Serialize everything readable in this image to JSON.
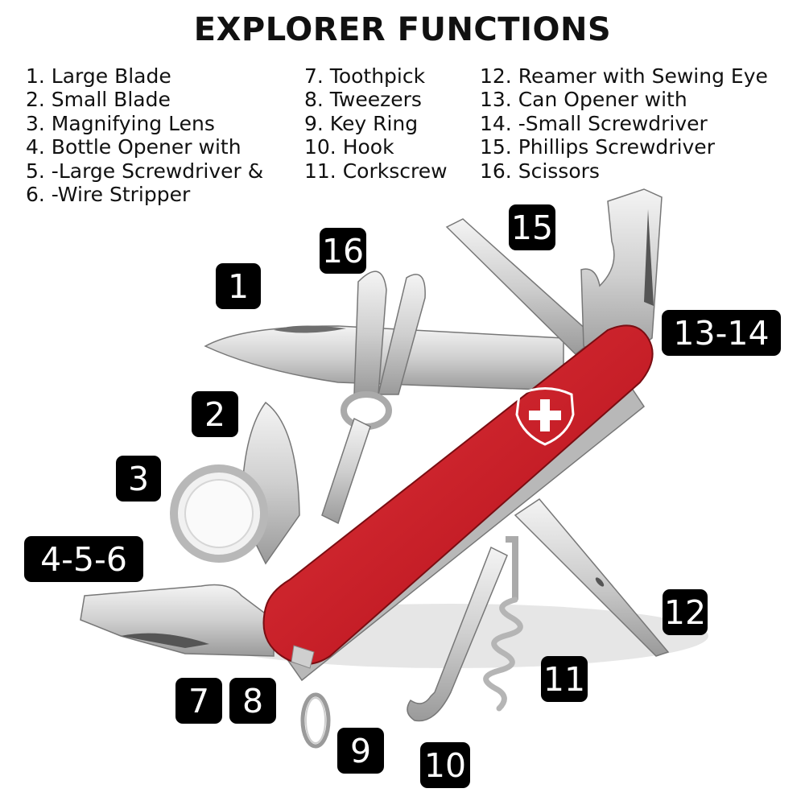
{
  "title": "EXPLORER FUNCTIONS",
  "legend": {
    "column1": [
      "1. Large Blade",
      "2. Small Blade",
      "3. Magnifying Lens",
      "4. Bottle Opener with",
      "5. -Large Screwdriver &",
      "6. -Wire Stripper"
    ],
    "column2": [
      "7. Toothpick",
      "8. Tweezers",
      "9. Key Ring",
      "10. Hook",
      "11. Corkscrew"
    ],
    "column3": [
      "12. Reamer with Sewing Eye",
      "13. Can Opener with",
      "14. -Small Screwdriver",
      "15. Phillips Screwdriver",
      "16. Scissors"
    ]
  },
  "callouts": {
    "c1": "1",
    "c2": "2",
    "c3": "3",
    "c456": "4-5-6",
    "c7": "7",
    "c8": "8",
    "c9": "9",
    "c10": "10",
    "c11": "11",
    "c12": "12",
    "c1314": "13-14",
    "c15": "15",
    "c16": "16"
  },
  "colors": {
    "handle": "#c8202a",
    "handle_dark": "#8e1018",
    "steel": "#d8d8d8",
    "callout_bg": "#000000",
    "callout_text": "#ffffff"
  }
}
